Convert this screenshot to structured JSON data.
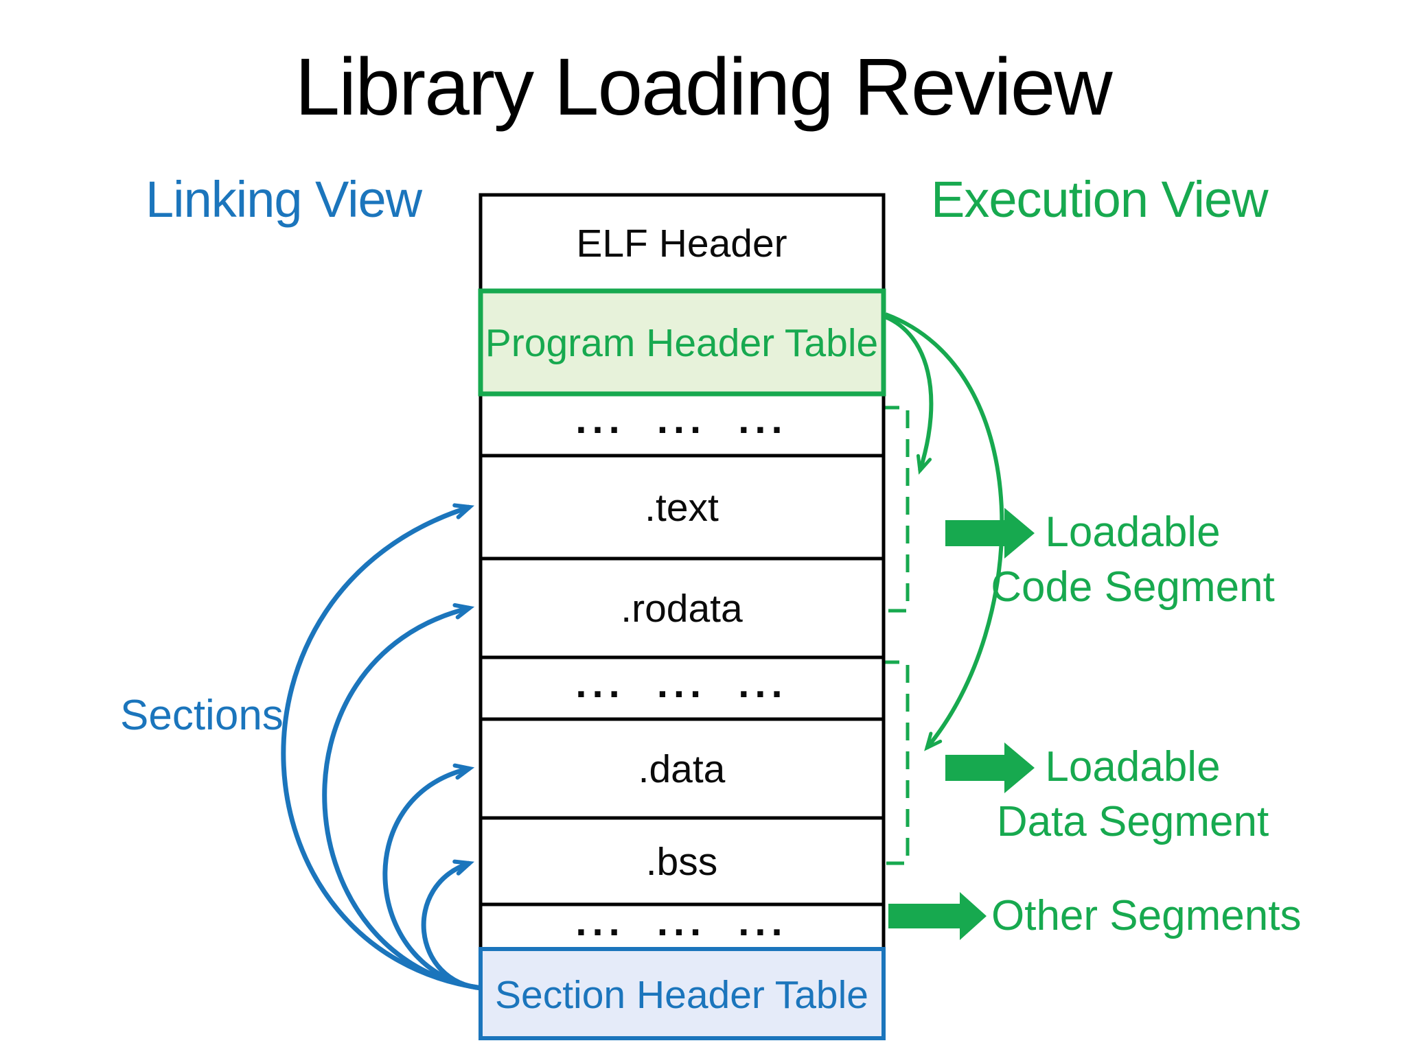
{
  "title": "Library Loading Review",
  "views": {
    "linking": "Linking View",
    "execution": "Execution View"
  },
  "table": {
    "rows": [
      {
        "label": "ELF Header"
      },
      {
        "label": "Program Header Table"
      },
      {
        "label": "... ... ..."
      },
      {
        "label": ".text"
      },
      {
        "label": ".rodata"
      },
      {
        "label": "... ... ..."
      },
      {
        "label": ".data"
      },
      {
        "label": ".bss"
      },
      {
        "label": "... ... ..."
      },
      {
        "label": "Section Header Table"
      }
    ]
  },
  "annotations": {
    "sections": "Sections",
    "loadable_code": {
      "line1": "Loadable",
      "line2": "Code Segment"
    },
    "loadable_data": {
      "line1": "Loadable",
      "line2": "Data Segment"
    },
    "other_segments": "Other Segments"
  },
  "icons": [
    {
      "name": "loadable-code-arrow-icon"
    },
    {
      "name": "loadable-data-arrow-icon"
    },
    {
      "name": "other-segments-arrow-icon"
    }
  ],
  "colors": {
    "blue": "#1B75BC",
    "green": "#17A94F",
    "pht_fill": "#E7F2DA",
    "sht_fill": "#E5EBF9",
    "ink": "#000000"
  }
}
